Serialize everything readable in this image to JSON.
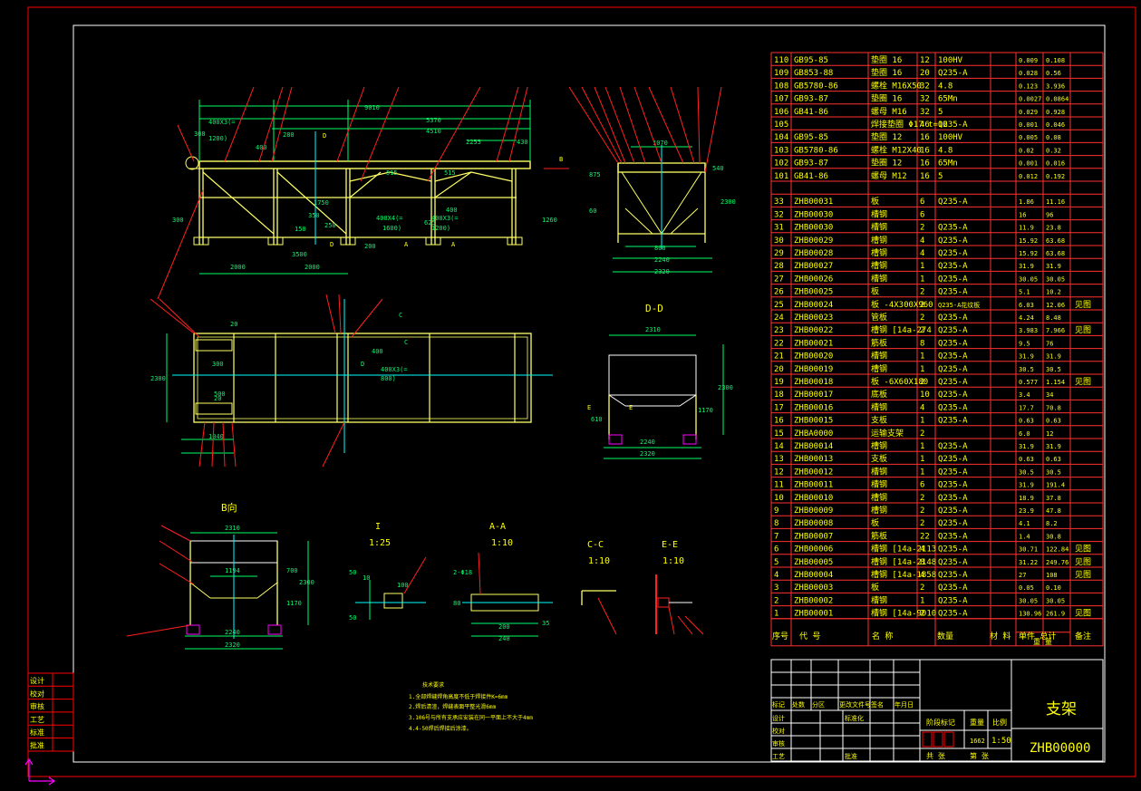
{
  "sheet": {
    "drawing_title": "支架",
    "drawing_number": "ZHB00000",
    "scale": "1:50",
    "weight": "1662"
  },
  "colors": {
    "background": "#000000",
    "frame": "#ff0000",
    "table": "#ff3030",
    "text": "#ffff00",
    "dimension": "#00ff66",
    "steel": "#ffff66",
    "centerline": "#00ffff",
    "leader": "#ff2020",
    "accent": "#ff00ff",
    "white": "#ffffff"
  },
  "views": {
    "b_view": "B向",
    "dd": "D-D",
    "aa": "A-A",
    "aa_scale": "1:10",
    "i": "I",
    "i_scale": "1:25",
    "cc": "C-C",
    "cc_scale": "1:10",
    "ee": "E-E",
    "ee_scale": "1:10"
  },
  "dims": {
    "front": [
      "9010",
      "5370",
      "4510",
      "2255",
      "430",
      "308",
      "400X3(=",
      "1200)",
      "400",
      "280",
      "515",
      "515",
      "625",
      "400X4(=",
      "1600)",
      "400",
      "400X3(=",
      "1200)",
      "2000",
      "2000",
      "250",
      "200",
      "3500",
      "1750",
      "350",
      "150",
      "300",
      "1260",
      "D",
      "D",
      "A",
      "A",
      "B"
    ],
    "side": [
      "1070",
      "875",
      "60",
      "2300",
      "800",
      "2240",
      "2320",
      "540"
    ],
    "plan": [
      "2300",
      "20",
      "300",
      "500",
      "20",
      "400",
      "400X3(=",
      "800)",
      "1040",
      "C",
      "C",
      "D"
    ],
    "dd": [
      "2310",
      "2300",
      "1170",
      "610",
      "2240",
      "2320",
      "E",
      "E"
    ],
    "bview": [
      "2310",
      "1194",
      "2300",
      "700",
      "1170",
      "2240",
      "2320"
    ],
    "i": [
      "50",
      "10",
      "100",
      "50"
    ],
    "aa": [
      "2-Φ18",
      "200",
      "240",
      "80",
      "35"
    ]
  },
  "notes": {
    "heading": "技术要求",
    "lines": [
      "1.全部焊缝焊角高度不低于焊接件K=6mm",
      "2.焊后清渣，焊缝表面平整光滑6mm",
      "3.106号与所有支承应安装在同一平面上不大于4mm",
      "4.4-50焊后焊接后涂漆。"
    ]
  },
  "parts": [
    {
      "no": "110",
      "code": "GB95-85",
      "name": "垫圈 16",
      "qty": "12",
      "mat": "100HV",
      "unit": "0.009",
      "total": "0.108",
      "note": ""
    },
    {
      "no": "109",
      "code": "GB853-88",
      "name": "垫圈 16",
      "qty": "20",
      "mat": "Q235-A",
      "unit": "0.028",
      "total": "0.56",
      "note": ""
    },
    {
      "no": "108",
      "code": "GB5780-86",
      "name": "螺栓 M16X50",
      "qty": "32",
      "mat": "4.8",
      "unit": "0.123",
      "total": "3.936",
      "note": ""
    },
    {
      "no": "107",
      "code": "GB93-87",
      "name": "垫圈 16",
      "qty": "32",
      "mat": "65Mn",
      "unit": "0.0027",
      "total": "0.0864",
      "note": ""
    },
    {
      "no": "106",
      "code": "GB41-86",
      "name": "螺母 M16",
      "qty": "32",
      "mat": "5",
      "unit": "0.029",
      "total": "0.928",
      "note": ""
    },
    {
      "no": "105",
      "code": "",
      "name": "焊接垫圈 Φ17 t=16",
      "qty": "46",
      "mat": "Q235-A",
      "unit": "0.001",
      "total": "0.046",
      "note": ""
    },
    {
      "no": "104",
      "code": "GB95-85",
      "name": "垫圈 12",
      "qty": "16",
      "mat": "100HV",
      "unit": "0.005",
      "total": "0.08",
      "note": ""
    },
    {
      "no": "103",
      "code": "GB5780-86",
      "name": "螺栓 M12X40",
      "qty": "16",
      "mat": "4.8",
      "unit": "0.02",
      "total": "0.32",
      "note": ""
    },
    {
      "no": "102",
      "code": "GB93-87",
      "name": "垫圈 12",
      "qty": "16",
      "mat": "65Mn",
      "unit": "0.001",
      "total": "0.016",
      "note": ""
    },
    {
      "no": "101",
      "code": "GB41-86",
      "name": "螺母 M12",
      "qty": "16",
      "mat": "5",
      "unit": "0.012",
      "total": "0.192",
      "note": ""
    },
    {
      "no": "",
      "code": "",
      "name": "",
      "qty": "",
      "mat": "",
      "unit": "",
      "total": "",
      "note": ""
    },
    {
      "no": "33",
      "code": "ZHB00031",
      "name": "板",
      "qty": "6",
      "mat": "Q235-A",
      "unit": "1.86",
      "total": "11.16",
      "note": ""
    },
    {
      "no": "32",
      "code": "ZHB00030",
      "name": "槽钢",
      "qty": "6",
      "mat": "",
      "unit": "16",
      "total": "96",
      "note": ""
    },
    {
      "no": "31",
      "code": "ZHB00030",
      "name": "槽钢",
      "qty": "2",
      "mat": "Q235-A",
      "unit": "11.9",
      "total": "23.8",
      "note": ""
    },
    {
      "no": "30",
      "code": "ZHB00029",
      "name": "槽钢",
      "qty": "4",
      "mat": "Q235-A",
      "unit": "15.92",
      "total": "63.68",
      "note": ""
    },
    {
      "no": "29",
      "code": "ZHB00028",
      "name": "槽钢",
      "qty": "4",
      "mat": "Q235-A",
      "unit": "15.92",
      "total": "63.68",
      "note": ""
    },
    {
      "no": "28",
      "code": "ZHB00027",
      "name": "槽钢",
      "qty": "1",
      "mat": "Q235-A",
      "unit": "31.9",
      "total": "31.9",
      "note": ""
    },
    {
      "no": "27",
      "code": "ZHB00026",
      "name": "槽钢",
      "qty": "1",
      "mat": "Q235-A",
      "unit": "30.05",
      "total": "30.05",
      "note": ""
    },
    {
      "no": "26",
      "code": "ZHB00025",
      "name": "板",
      "qty": "2",
      "mat": "Q235-A",
      "unit": "5.1",
      "total": "10.2",
      "note": ""
    },
    {
      "no": "25",
      "code": "ZHB00024",
      "name": "板 -4X300X960",
      "qty": "2",
      "mat": "Q235-A花纹板",
      "unit": "6.03",
      "total": "12.06",
      "note": "见图"
    },
    {
      "no": "24",
      "code": "ZHB00023",
      "name": "管板",
      "qty": "2",
      "mat": "Q235-A",
      "unit": "4.24",
      "total": "8.48",
      "note": ""
    },
    {
      "no": "23",
      "code": "ZHB00022",
      "name": "槽钢 [14a-274",
      "qty": "2",
      "mat": "Q235-A",
      "unit": "3.983",
      "total": "7.966",
      "note": "见图"
    },
    {
      "no": "22",
      "code": "ZHB00021",
      "name": "筋板",
      "qty": "8",
      "mat": "Q235-A",
      "unit": "9.5",
      "total": "76",
      "note": ""
    },
    {
      "no": "21",
      "code": "ZHB00020",
      "name": "槽钢",
      "qty": "1",
      "mat": "Q235-A",
      "unit": "31.9",
      "total": "31.9",
      "note": ""
    },
    {
      "no": "20",
      "code": "ZHB00019",
      "name": "槽钢",
      "qty": "1",
      "mat": "Q235-A",
      "unit": "30.5",
      "total": "30.5",
      "note": ""
    },
    {
      "no": "19",
      "code": "ZHB00018",
      "name": "板 -6X60X180",
      "qty": "2",
      "mat": "Q235-A",
      "unit": "0.577",
      "total": "1.154",
      "note": "见图"
    },
    {
      "no": "18",
      "code": "ZHB00017",
      "name": "底板",
      "qty": "10",
      "mat": "Q235-A",
      "unit": "3.4",
      "total": "34",
      "note": ""
    },
    {
      "no": "17",
      "code": "ZHB00016",
      "name": "槽钢",
      "qty": "4",
      "mat": "Q235-A",
      "unit": "17.7",
      "total": "70.8",
      "note": ""
    },
    {
      "no": "16",
      "code": "ZHB00015",
      "name": "支板",
      "qty": "1",
      "mat": "Q235-A",
      "unit": "0.63",
      "total": "0.63",
      "note": ""
    },
    {
      "no": "15",
      "code": "ZHBA0000",
      "name": "运输支架",
      "qty": "2",
      "mat": "",
      "unit": "6.0",
      "total": "12",
      "note": ""
    },
    {
      "no": "14",
      "code": "ZHB00014",
      "name": "槽钢",
      "qty": "1",
      "mat": "Q235-A",
      "unit": "31.9",
      "total": "31.9",
      "note": ""
    },
    {
      "no": "13",
      "code": "ZHB00013",
      "name": "支板",
      "qty": "1",
      "mat": "Q235-A",
      "unit": "0.63",
      "total": "0.63",
      "note": ""
    },
    {
      "no": "12",
      "code": "ZHB00012",
      "name": "槽钢",
      "qty": "1",
      "mat": "Q235-A",
      "unit": "30.5",
      "total": "30.5",
      "note": ""
    },
    {
      "no": "11",
      "code": "ZHB00011",
      "name": "槽钢",
      "qty": "6",
      "mat": "Q235-A",
      "unit": "31.9",
      "total": "191.4",
      "note": ""
    },
    {
      "no": "10",
      "code": "ZHB00010",
      "name": "槽钢",
      "qty": "2",
      "mat": "Q235-A",
      "unit": "18.9",
      "total": "37.8",
      "note": ""
    },
    {
      "no": "9",
      "code": "ZHB00009",
      "name": "槽钢",
      "qty": "2",
      "mat": "Q235-A",
      "unit": "23.9",
      "total": "47.8",
      "note": ""
    },
    {
      "no": "8",
      "code": "ZHB00008",
      "name": "板",
      "qty": "2",
      "mat": "Q235-A",
      "unit": "4.1",
      "total": "8.2",
      "note": ""
    },
    {
      "no": "7",
      "code": "ZHB00007",
      "name": "筋板",
      "qty": "22",
      "mat": "Q235-A",
      "unit": "1.4",
      "total": "30.8",
      "note": ""
    },
    {
      "no": "6",
      "code": "ZHB00006",
      "name": "槽钢 [14a-2113",
      "qty": "4",
      "mat": "Q235-A",
      "unit": "30.71",
      "total": "122.84",
      "note": "见图"
    },
    {
      "no": "5",
      "code": "ZHB00005",
      "name": "槽钢 [14a-2148",
      "qty": "8",
      "mat": "Q235-A",
      "unit": "31.22",
      "total": "249.76",
      "note": "见图"
    },
    {
      "no": "4",
      "code": "ZHB00004",
      "name": "槽钢 [14a-1858",
      "qty": "4",
      "mat": "Q235-A",
      "unit": "27",
      "total": "108",
      "note": "见图"
    },
    {
      "no": "3",
      "code": "ZHB00003",
      "name": "板",
      "qty": "2",
      "mat": "Q235-A",
      "unit": "0.05",
      "total": "0.10",
      "note": ""
    },
    {
      "no": "2",
      "code": "ZHB00002",
      "name": "槽钢",
      "qty": "1",
      "mat": "Q235-A",
      "unit": "30.05",
      "total": "30.05",
      "note": ""
    },
    {
      "no": "1",
      "code": "ZHB00001",
      "name": "槽钢 [14a-9010",
      "qty": "2",
      "mat": "Q235-A",
      "unit": "130.96",
      "total": "261.9",
      "note": "见图"
    }
  ],
  "table_header": [
    "序号",
    "代  号",
    "名  称",
    "数量",
    "材  料",
    "单件 总计",
    "备注"
  ],
  "table_header_sub": "重  量",
  "title_block": {
    "row_labels": [
      "标记",
      "处数",
      "分区",
      "更改文件号",
      "签名",
      "年月日"
    ],
    "left_labels": [
      "设计",
      "标准化",
      "校对",
      "审核",
      "工艺",
      "批准"
    ],
    "stage_label": "阶段标记",
    "weight_label": "重量",
    "scale_label": "比例",
    "sheets_total": "共  张",
    "sheet_no": "第  张"
  },
  "side_stamp": [
    "设计",
    "校对",
    "审核",
    "工艺",
    "标准",
    "批准"
  ]
}
